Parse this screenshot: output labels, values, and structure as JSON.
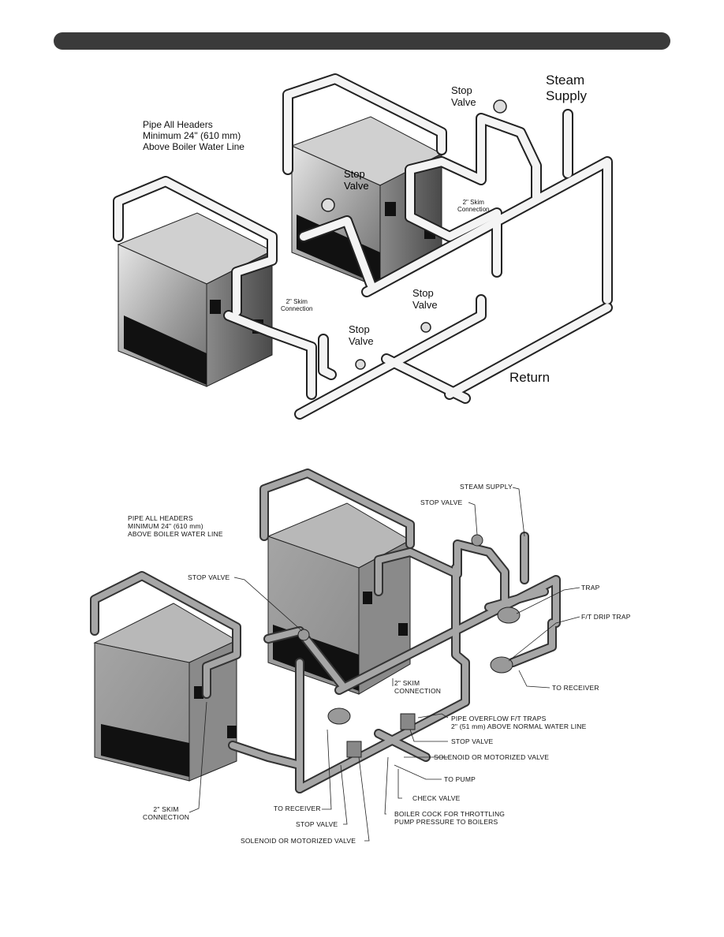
{
  "diagram1": {
    "headers_note": [
      "Pipe All Headers",
      "Minimum 24\" (610 mm)",
      "Above Boiler Water Line"
    ],
    "stop_valve_top": [
      "Stop",
      "Valve"
    ],
    "steam_supply": [
      "Steam",
      "Supply"
    ],
    "stop_valve_mid": [
      "Stop",
      "Valve"
    ],
    "skim_right": [
      "2\" Skim",
      "Connection"
    ],
    "skim_left": [
      "2\" Skim",
      "Connection"
    ],
    "stop_valve_right": [
      "Stop",
      "Valve"
    ],
    "stop_valve_left": [
      "Stop",
      "Valve"
    ],
    "return": "Return"
  },
  "diagram2": {
    "headers_note": [
      "PIPE ALL HEADERS",
      "MINIMUM 24\" (610 mm)",
      "ABOVE BOILER WATER LINE"
    ],
    "steam_supply": "STEAM SUPPLY",
    "stop_valve_top": "STOP VALVE",
    "stop_valve_left": "STOP VALVE",
    "trap": "TRAP",
    "ft_drip_trap": "F/T DRIP TRAP",
    "to_receiver_right": "TO RECEIVER",
    "skim_mid": [
      "2\" SKIM",
      "CONNECTION"
    ],
    "pipe_overflow": [
      "PIPE OVERFLOW F/T TRAPS",
      "2\" (51 mm) ABOVE NORMAL WATER LINE"
    ],
    "stop_valve_mid": "STOP VALVE",
    "solenoid_right": "SOLENOID OR MOTORIZED VALVE",
    "to_pump": "TO PUMP",
    "check_valve": "CHECK VALVE",
    "skim_left": [
      "2\" SKIM",
      "CONNECTION"
    ],
    "to_receiver_bottom": "TO RECEIVER",
    "boiler_cock": [
      "BOILER COCK FOR THROTTLING",
      "PUMP PRESSURE TO BOILERS"
    ],
    "stop_valve_bottom": "STOP VALVE",
    "solenoid_bottom": "SOLENOID OR MOTORIZED VALVE"
  }
}
